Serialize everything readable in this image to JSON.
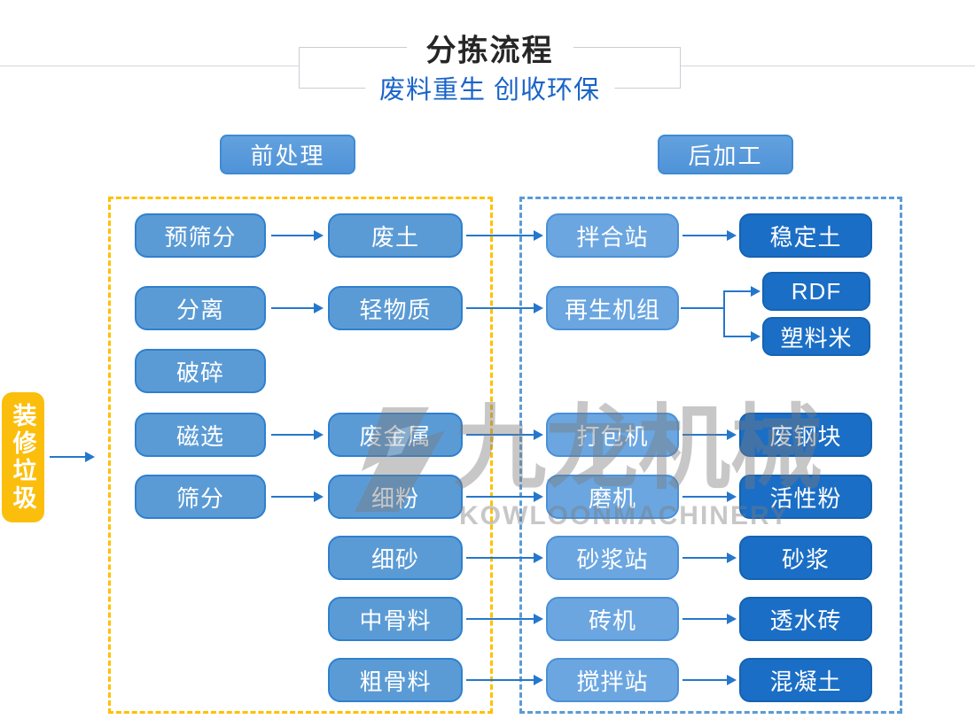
{
  "header": {
    "title": "分拣流程",
    "subtitle": "废料重生 创收环保"
  },
  "sections": {
    "pre_label": "前处理",
    "post_label": "后加工"
  },
  "source": {
    "label": "装修垃圾"
  },
  "nodes": {
    "r1c1": "预筛分",
    "r1c2": "废土",
    "r1c3": "拌合站",
    "r1c4": "稳定土",
    "r2c1": "分离",
    "r2c2": "轻物质",
    "r2c3": "再生机组",
    "r2c4a": "RDF",
    "r2c4b": "塑料米",
    "r3c1": "破碎",
    "r4c1": "磁选",
    "r4c2": "废金属",
    "r4c3": "打包机",
    "r4c4": "废钢块",
    "r5c1": "筛分",
    "r5c2": "细粉",
    "r5c3": "磨机",
    "r5c4": "活性粉",
    "r6c2": "细砂",
    "r6c3": "砂浆站",
    "r6c4": "砂浆",
    "r7c2": "中骨料",
    "r7c3": "砖机",
    "r7c4": "透水砖",
    "r8c2": "粗骨料",
    "r8c3": "搅拌站",
    "r8c4": "混凝土"
  },
  "watermark": {
    "cn": "九龙机械",
    "en": "KOWLOONMACHINERY"
  },
  "colors": {
    "process_box": "#5b9bd5",
    "process_box_border": "#2e80cf",
    "machine_box": "#6ba6e0",
    "machine_box_border": "#4a90d9",
    "product_box": "#1b6ec5",
    "product_box_border": "#1563b2",
    "arrow": "#2577cb",
    "pre_group_border": "#ffc000",
    "post_group_border": "#5b9bd5",
    "source_box": "#fbbe0c",
    "subtitle_text": "#1a64c8",
    "title_text": "#262626",
    "watermark_text": "#7c7c7c"
  }
}
